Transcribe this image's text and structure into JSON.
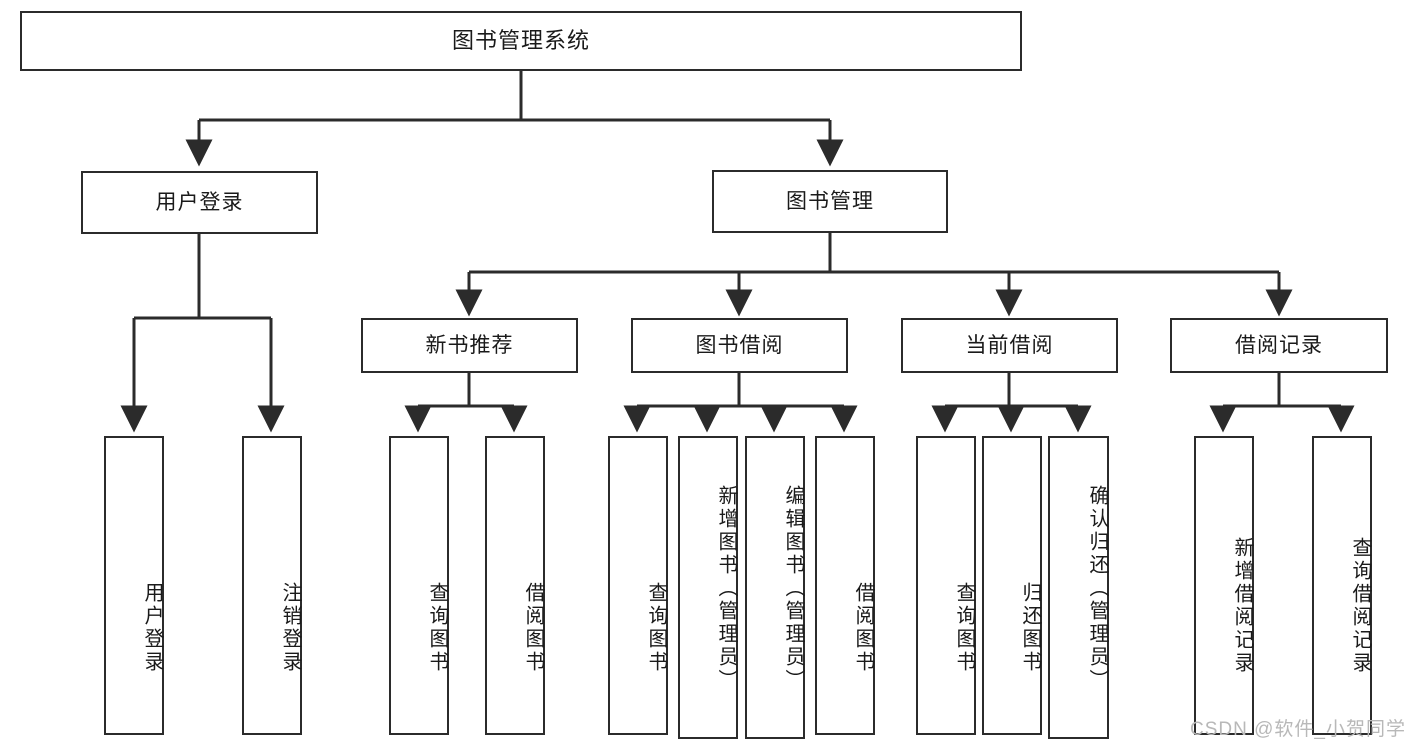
{
  "diagram": {
    "type": "tree-hierarchy-flowchart",
    "title": "图书管理系统",
    "watermark": "CSDN @软件_小贺同学",
    "colors": {
      "stroke": "#2b2b2b",
      "fill": "#ffffff",
      "text": "#1a1a1a",
      "watermark": "#b8b8b8"
    },
    "nodes": {
      "root": {
        "label": "图书管理系统",
        "level": 0
      },
      "user_login": {
        "label": "用户登录",
        "level": 1
      },
      "book_manage": {
        "label": "图书管理",
        "level": 1
      },
      "new_book_rec": {
        "label": "新书推荐",
        "level": 2
      },
      "book_borrow": {
        "label": "图书借阅",
        "level": 2
      },
      "current_borrow": {
        "label": "当前借阅",
        "level": 2
      },
      "borrow_record": {
        "label": "借阅记录",
        "level": 2
      },
      "leaf_user_login": {
        "label": "用户登录",
        "level": 3
      },
      "leaf_logout": {
        "label": "注销登录",
        "level": 3
      },
      "leaf_query_book_1": {
        "label": "查询图书",
        "level": 3
      },
      "leaf_borrow_book_1": {
        "label": "借阅图书",
        "level": 3
      },
      "leaf_query_book_2": {
        "label": "查询图书",
        "level": 3
      },
      "leaf_add_book": {
        "label": "新增图书（管理员）",
        "level": 3
      },
      "leaf_edit_book": {
        "label": "编辑图书（管理员）",
        "level": 3
      },
      "leaf_borrow_book_2": {
        "label": "借阅图书",
        "level": 3
      },
      "leaf_query_book_3": {
        "label": "查询图书",
        "level": 3
      },
      "leaf_return_book": {
        "label": "归还图书",
        "level": 3
      },
      "leaf_confirm_return": {
        "label": "确认归还（管理员）",
        "level": 3
      },
      "leaf_add_record": {
        "label": "新增借阅记录",
        "level": 3
      },
      "leaf_query_record": {
        "label": "查询借阅记录",
        "level": 3
      }
    },
    "edges": [
      {
        "from": "root",
        "to": "user_login"
      },
      {
        "from": "root",
        "to": "book_manage"
      },
      {
        "from": "user_login",
        "to": "leaf_user_login"
      },
      {
        "from": "user_login",
        "to": "leaf_logout"
      },
      {
        "from": "book_manage",
        "to": "new_book_rec"
      },
      {
        "from": "book_manage",
        "to": "book_borrow"
      },
      {
        "from": "book_manage",
        "to": "current_borrow"
      },
      {
        "from": "book_manage",
        "to": "borrow_record"
      },
      {
        "from": "new_book_rec",
        "to": "leaf_query_book_1"
      },
      {
        "from": "new_book_rec",
        "to": "leaf_borrow_book_1"
      },
      {
        "from": "book_borrow",
        "to": "leaf_query_book_2"
      },
      {
        "from": "book_borrow",
        "to": "leaf_add_book"
      },
      {
        "from": "book_borrow",
        "to": "leaf_edit_book"
      },
      {
        "from": "book_borrow",
        "to": "leaf_borrow_book_2"
      },
      {
        "from": "current_borrow",
        "to": "leaf_query_book_3"
      },
      {
        "from": "current_borrow",
        "to": "leaf_return_book"
      },
      {
        "from": "current_borrow",
        "to": "leaf_confirm_return"
      },
      {
        "from": "borrow_record",
        "to": "leaf_add_record"
      },
      {
        "from": "borrow_record",
        "to": "leaf_query_record"
      }
    ]
  }
}
